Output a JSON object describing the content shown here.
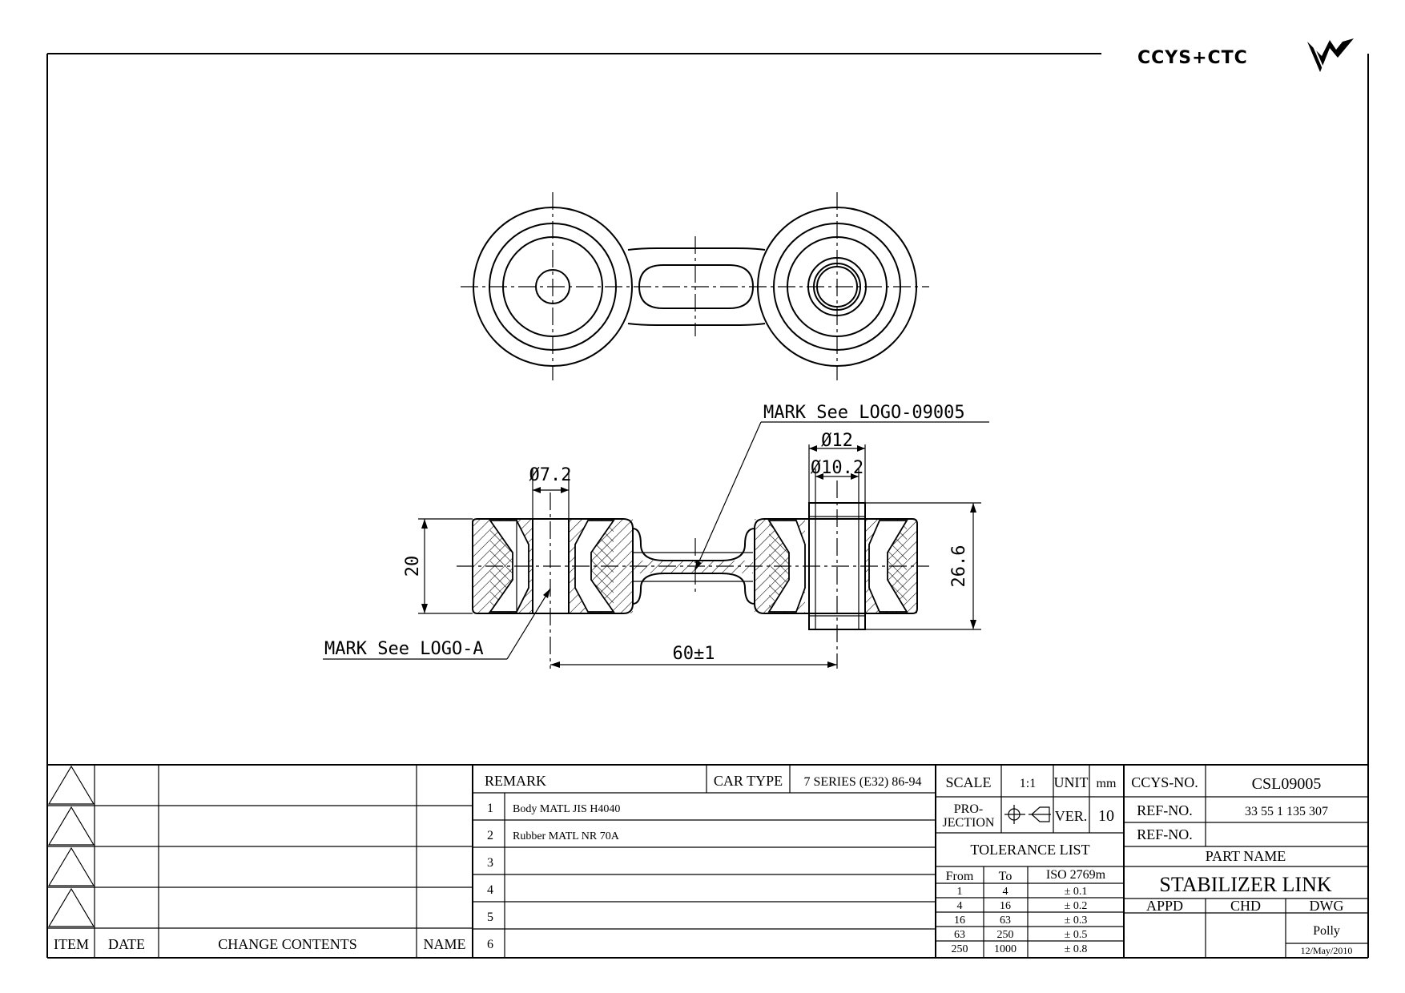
{
  "logo": {
    "brand": "CCYS+CTC"
  },
  "annotations": {
    "mark_logo_09005": "MARK See LOGO-09005",
    "mark_logo_a": "MARK See LOGO-A",
    "dim_d12": "Ø12",
    "dim_d10_2": "Ø10.2",
    "dim_d7_2": "Ø7.2",
    "dim_20": "20",
    "dim_26_6": "26.6",
    "dim_60": "60±1"
  },
  "revision_table": {
    "headers": {
      "item": "ITEM",
      "date": "DATE",
      "change_contents": "CHANGE CONTENTS",
      "name": "NAME"
    }
  },
  "remark": {
    "header": "REMARK",
    "car_type_label": "CAR TYPE",
    "car_type_value": "7 SERIES (E32) 86-94",
    "rows": [
      {
        "no": "1",
        "text": "Body MATL JIS H4040"
      },
      {
        "no": "2",
        "text": "Rubber MATL NR 70A"
      },
      {
        "no": "3",
        "text": ""
      },
      {
        "no": "4",
        "text": ""
      },
      {
        "no": "5",
        "text": ""
      },
      {
        "no": "6",
        "text": ""
      }
    ]
  },
  "specs": {
    "scale_label": "SCALE",
    "scale_value": "1:1",
    "unit_label": "UNIT",
    "unit_value": "mm",
    "projection_label_1": "PRO-",
    "projection_label_2": "JECTION",
    "ver_label": "VER.",
    "ver_value": "10"
  },
  "tolerance": {
    "title": "TOLERANCE LIST",
    "col_from": "From",
    "col_to": "To",
    "col_std": "ISO 2769m",
    "rows": [
      {
        "from": "1",
        "to": "4",
        "tol": "± 0.1"
      },
      {
        "from": "4",
        "to": "16",
        "tol": "± 0.2"
      },
      {
        "from": "16",
        "to": "63",
        "tol": "± 0.3"
      },
      {
        "from": "63",
        "to": "250",
        "tol": "± 0.5"
      },
      {
        "from": "250",
        "to": "1000",
        "tol": "± 0.8"
      }
    ]
  },
  "part_info": {
    "ccys_no_label": "CCYS-NO.",
    "ccys_no_value": "CSL09005",
    "ref_no_label_1": "REF-NO.",
    "ref_no_value_1": "33 55 1 135 307",
    "ref_no_label_2": "REF-NO.",
    "ref_no_value_2": "",
    "part_name_label": "PART NAME",
    "part_name_value": "STABILIZER LINK",
    "appd_label": "APPD",
    "chd_label": "CHD",
    "dwg_label": "DWG",
    "dwg_name": "Polly",
    "dwg_date": "12/May/2010"
  }
}
